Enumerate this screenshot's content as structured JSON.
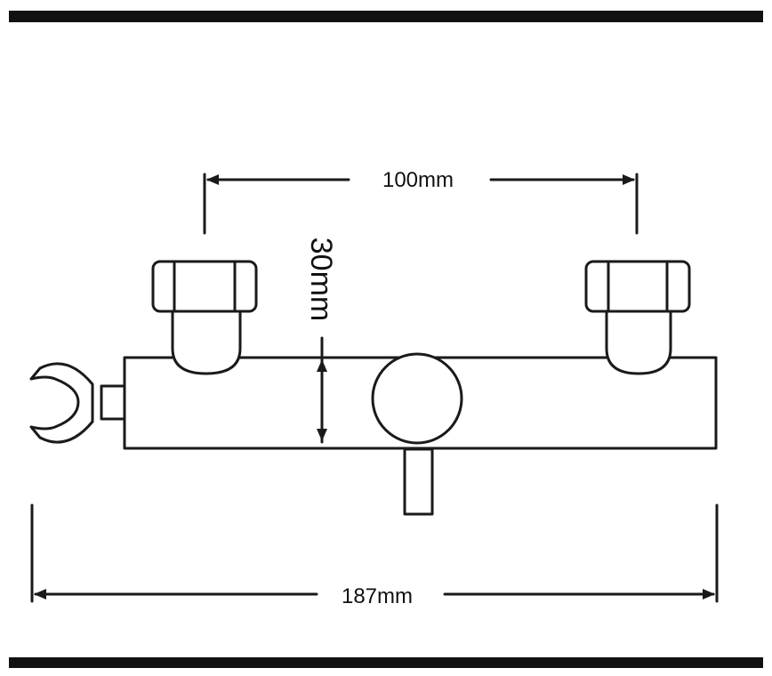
{
  "dimensions": {
    "top_width": "100mm",
    "height": "30mm",
    "overall_width": "187mm"
  },
  "colors": {
    "line": "#1a1a1a",
    "border_bar": "#111111",
    "background": "#ffffff"
  }
}
